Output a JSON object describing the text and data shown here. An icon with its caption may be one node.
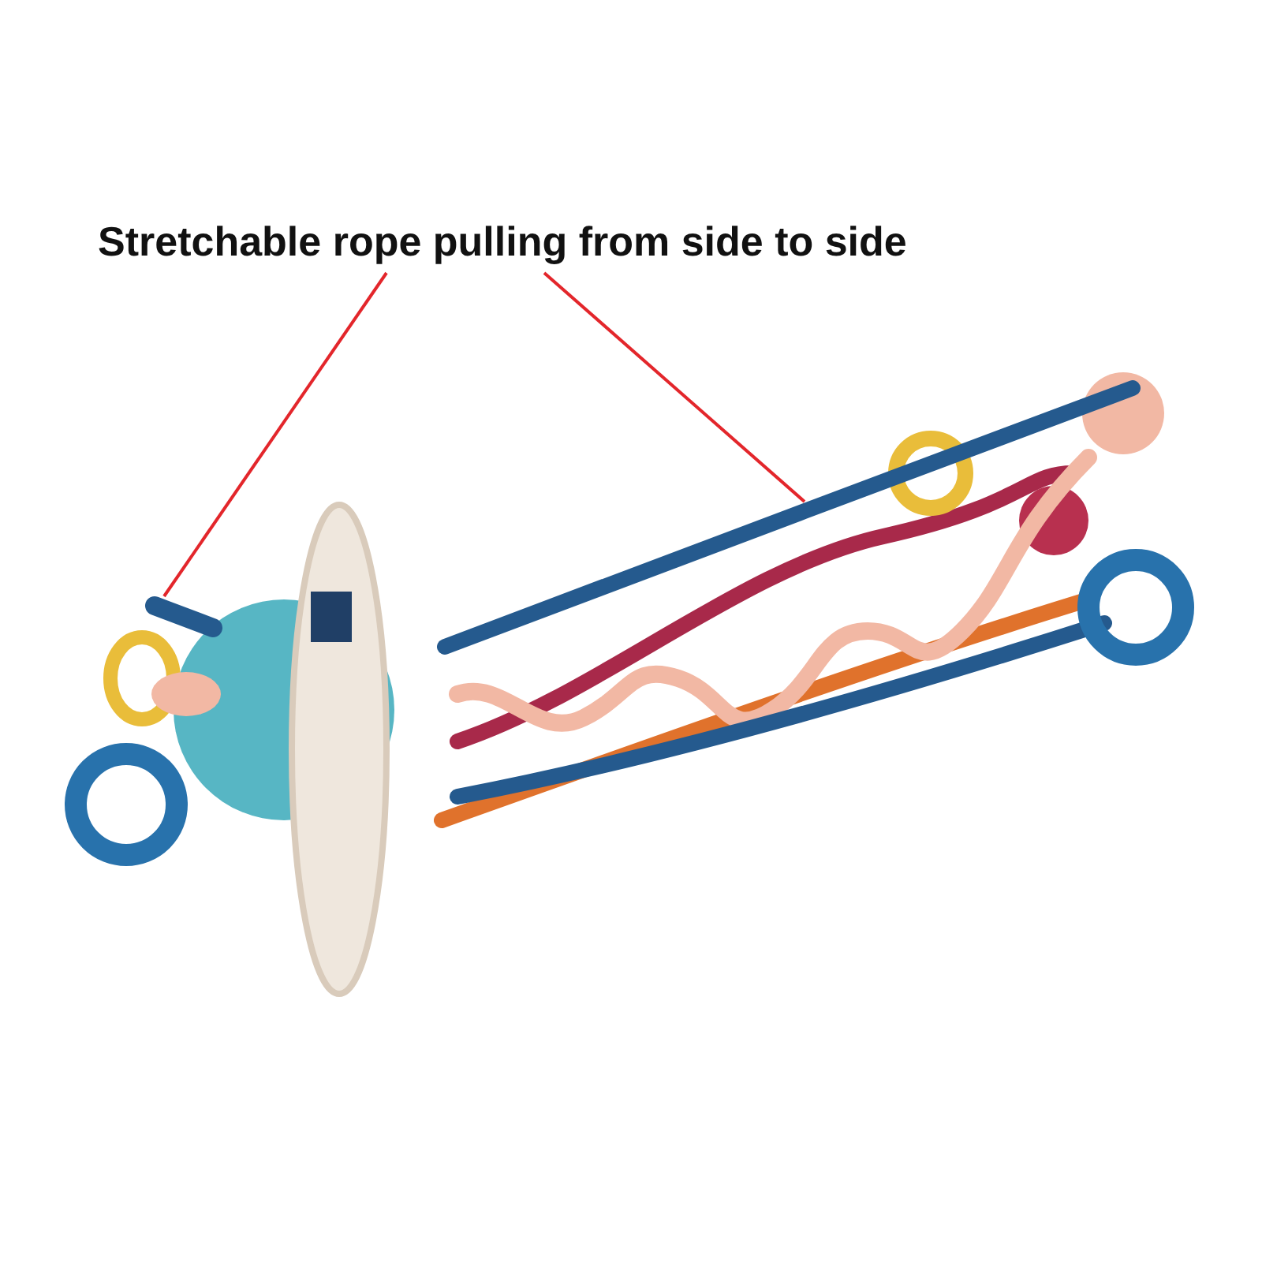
{
  "diagram": {
    "nodes": [
      {
        "text": [
          "Stretchable rope pulling from side to side"
        ]
      },
      {
        "text": [],
        "shape": "picture"
      },
      {
        "text": [],
        "shape": "picture"
      }
    ],
    "edges": [
      {
        "from": 0,
        "to": 1,
        "arrow": "none",
        "color": "#e3262b"
      },
      {
        "from": 0,
        "to": 2,
        "arrow": "none",
        "color": "#e3262b"
      }
    ]
  }
}
